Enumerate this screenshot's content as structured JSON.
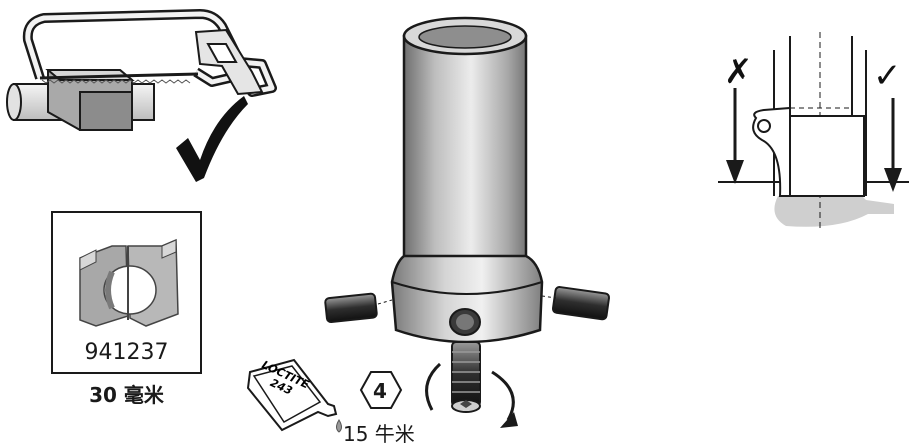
{
  "tool": {
    "part_number": "941237",
    "size": "30 毫米"
  },
  "install": {
    "step_number": "4",
    "torque": "15 牛米",
    "adhesive": {
      "brand": "LOCTITE",
      "grade": "243"
    }
  },
  "alignment": {
    "wrong_mark": "✗",
    "correct_mark": "✓"
  },
  "colors": {
    "line": "#1a1a1a",
    "metal_light": "#e6e6e6",
    "metal_mid": "#b4b4b4",
    "metal_dark": "#6e6e6e",
    "shadow": "#cfcfcf"
  }
}
